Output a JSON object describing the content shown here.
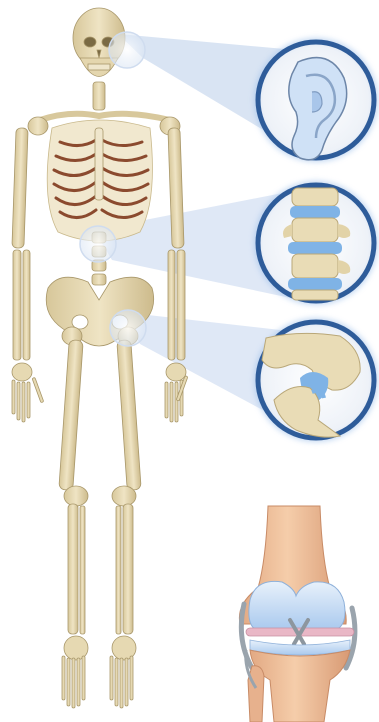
{
  "figure": {
    "subject": "skeleton-cartilage-locations",
    "callouts": [
      {
        "name": "ear-cartilage",
        "icon": "ear-icon"
      },
      {
        "name": "intervertebral-disc-cartilage",
        "icon": "spine-icon"
      },
      {
        "name": "hip-joint-cartilage",
        "icon": "hip-joint-icon"
      }
    ],
    "inset": {
      "name": "knee-joint",
      "icon": "knee-icon"
    }
  },
  "colors": {
    "bone": "#e8dcb8",
    "bone_shadow": "#c9b98c",
    "ribs": "#8b4a2e",
    "cartilage_blue": "#7fb3e6",
    "callout_ring": "#2e5c9a",
    "callout_beam": "#b9cdea",
    "knee_skin": "#f2c19e",
    "meniscus_pink": "#e9b7c6",
    "ligament_gray": "#9aa4ad"
  }
}
